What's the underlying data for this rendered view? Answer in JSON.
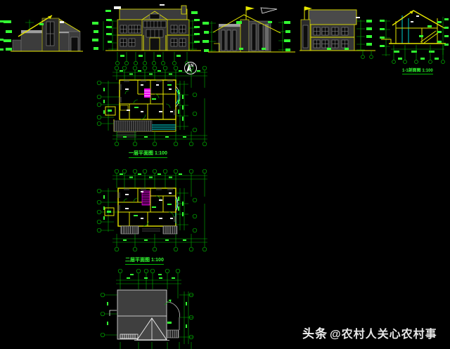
{
  "page": {
    "background": "#000000"
  },
  "palette": {
    "yellow": "#e6e600",
    "green": "#00b400",
    "green2": "#33ff33",
    "cyan": "#00e5e5",
    "magenta": "#ee00ee",
    "white": "#f2f2f2",
    "gray1": "#3c3c3c",
    "gray2": "#8a8a8a",
    "gray3": "#c6c6c6"
  },
  "titles": {
    "plan1": "一层平面图 1:100",
    "plan2": "二层平面图 1:100",
    "section": "1-1剖面图 1:100",
    "north": "N"
  },
  "watermark": {
    "brand": "头条",
    "handle": "@农村人关心农村事"
  }
}
